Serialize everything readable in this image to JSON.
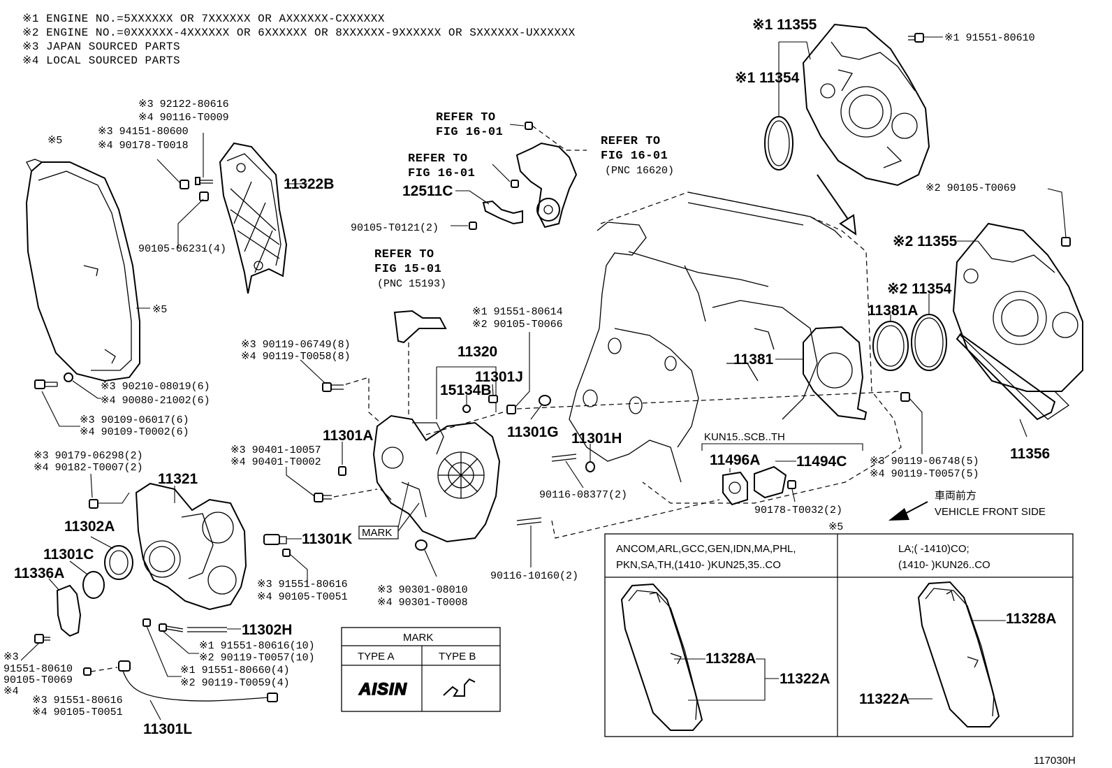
{
  "notes": [
    "※1 ENGINE NO.=5XXXXXX OR 7XXXXXX OR AXXXXXX-CXXXXXX",
    "※2 ENGINE NO.=0XXXXXX-4XXXXXX OR 6XXXXXX OR 8XXXXXX-9XXXXXX OR SXXXXXX-UXXXXXX",
    "※3 JAPAN SOURCED PARTS",
    "※4 LOCAL SOURCED PARTS"
  ],
  "callouts": {
    "c11355a": "※1 11355",
    "c11354a": "※1 11354",
    "c91551_80610_top": "※1 91551-80610",
    "c90105_T0069_r": "※2 90105-T0069",
    "c11355b": "※2 11355",
    "c11354b": "※2 11354",
    "c11381A": "11381A",
    "c11381": "11381",
    "c11356": "11356",
    "c90119_06748": "※3 90119-06748(5)",
    "c90119_T0057_5": "※4 90119-T0057(5)",
    "kun15": "KUN15..SCB..TH",
    "c11496A": "11496A",
    "c11494C": "11494C",
    "c90178_T0032": "90178-T0032(2)",
    "vehicle_front_jp": "車両前方",
    "vehicle_front_en": "VEHICLE FRONT SIDE",
    "note5_right": "※5",
    "refer1_a": "REFER TO",
    "refer1_b": "FIG 16-01",
    "refer2_a": "REFER TO",
    "refer2_b": "FIG 16-01",
    "refer3_a": "REFER TO",
    "refer3_b": "FIG 16-01",
    "refer3_c": "(PNC 16620)",
    "c12511C": "12511C",
    "c90105_T0121": "90105-T0121(2)",
    "refer4_a": "REFER TO",
    "refer4_b": "FIG 15-01",
    "refer4_c": "(PNC 15193)",
    "c91551_80614": "※1 91551-80614",
    "c90105_T0066": "※2 90105-T0066",
    "c11320": "11320",
    "c11301J": "11301J",
    "c15134B": "15134B",
    "c11301G": "11301G",
    "c11301H": "11301H",
    "c11301A": "11301A",
    "c90116_08377": "90116-08377(2)",
    "c90116_10160": "90116-10160(2)",
    "c90301_08010": "※3 90301-08010",
    "c90301_T0008": "※4 90301-T0008",
    "mark_tag": "MARK",
    "c92122_80616": "※3 92122-80616",
    "c90116_T0009": "※4 90116-T0009",
    "c94151_80600": "※3 94151-80600",
    "c90178_T0018": "※4 90178-T0018",
    "c11322B": "11322B",
    "c90105_06231": "90105-06231(4)",
    "star5_a": "※5",
    "star5_b": "※5",
    "c90119_06749": "※3 90119-06749(8)",
    "c90119_T0058": "※4 90119-T0058(8)",
    "c90210_08019": "※3 90210-08019(6)",
    "c90080_21002": "※4 90080-21002(6)",
    "c90109_06017": "※3 90109-06017(6)",
    "c90109_T0002": "※4 90109-T0002(6)",
    "c90401_10057": "※3 90401-10057",
    "c90401_T0002": "※4 90401-T0002",
    "c90179_06298": "※3 90179-06298(2)",
    "c90182_T0007": "※4 90182-T0007(2)",
    "c11321": "11321",
    "c11302A": "11302A",
    "c11301C": "11301C",
    "c11336A": "11336A",
    "c11301K": "11301K",
    "c91551_80616_k": "※3 91551-80616",
    "c90105_T0051_k": "※4 90105-T0051",
    "c11302H": "11302H",
    "c91551_80616_10": "※1 91551-80616(10)",
    "c90119_T0057_10": "※2 90119-T0057(10)",
    "c91551_80660": "※1 91551-80660(4)",
    "c90119_T0059": "※2 90119-T0059(4)",
    "bl_star3": "※3",
    "bl_91551": "91551-80610",
    "bl_90105": "90105-T0069",
    "bl_star4": "※4",
    "c91551_80616_l": "※3 91551-80616",
    "c90105_T0051_l": "※4 90105-T0051",
    "c11301L": "11301L",
    "fig_no": "117030H"
  },
  "mark_table": {
    "title": "MARK",
    "col_a": "TYPE A",
    "col_b": "TYPE B",
    "logo_a": "AISIN"
  },
  "variant_table": {
    "left_header_1": "ANCOM,ARL,GCC,GEN,IDN,MA,PHL,",
    "left_header_2": "PKN,SA,TH,(1410-        )KUN25,35..CO",
    "right_header_1": "LA;(        -1410)CO;",
    "right_header_2": "(1410-        )KUN26..CO",
    "left_11328A": "11328A",
    "left_11322A": "11322A",
    "right_11328A": "11328A",
    "right_11322A": "11322A"
  }
}
